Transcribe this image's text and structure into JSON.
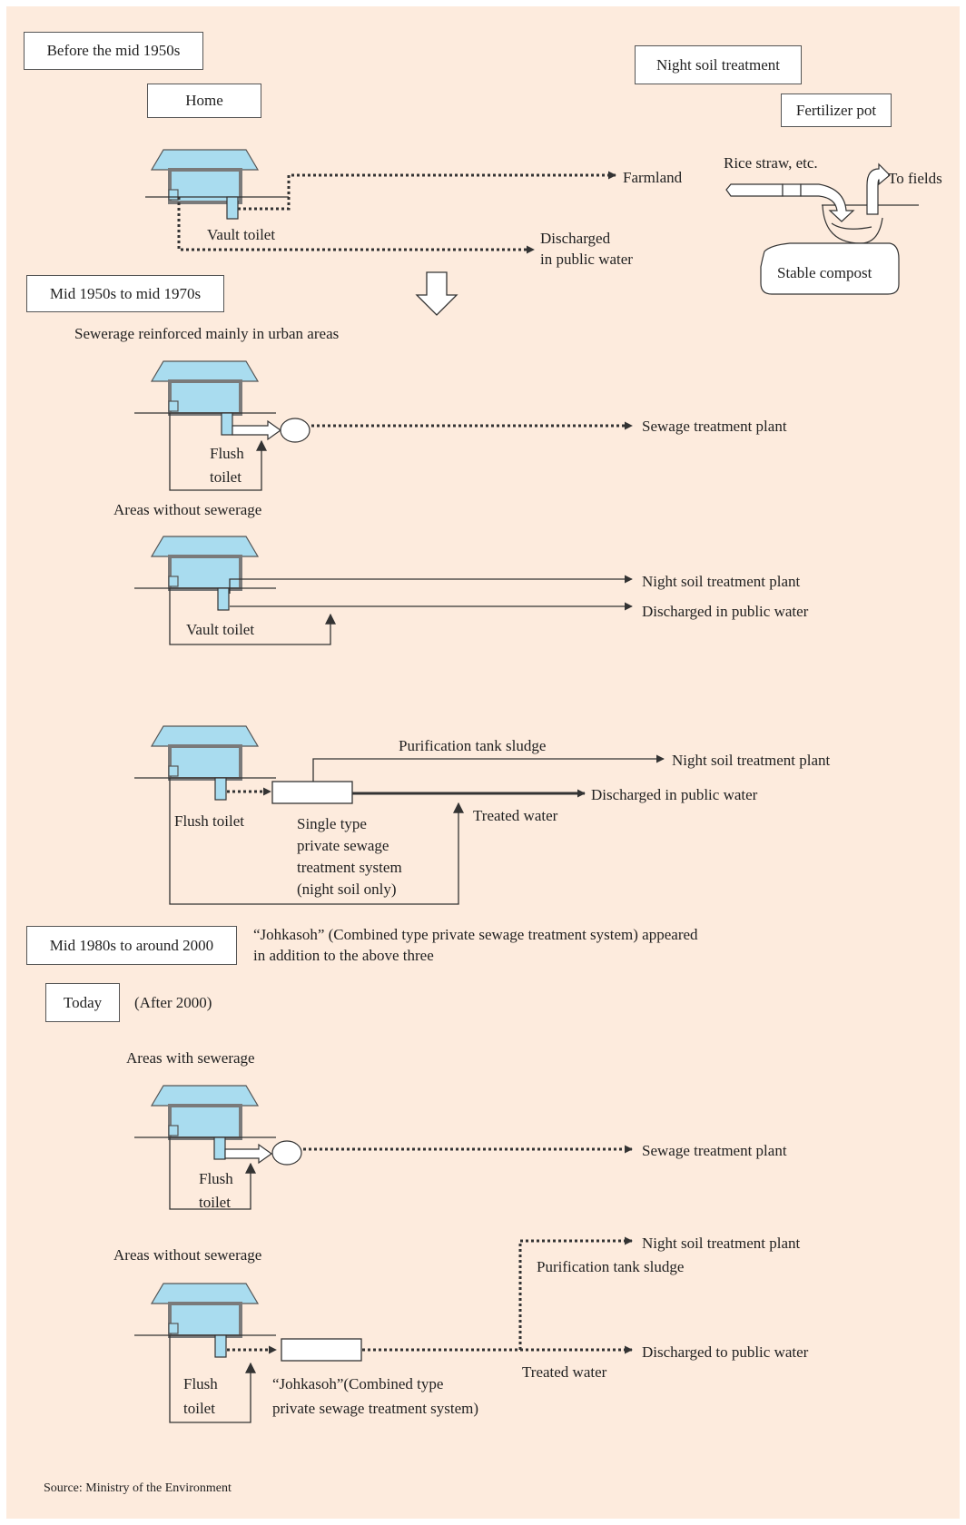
{
  "colors": {
    "background": "#fdebdd",
    "house": "#a9dcef",
    "house_outline": "#6d6d6d",
    "line": "#333333"
  },
  "periods": {
    "before_1950s": "Before the mid 1950s",
    "mid1950s_1970s": "Mid 1950s to mid 1970s",
    "mid1980s_2000": "Mid 1980s to around 2000",
    "today": "Today",
    "today_note": "(After 2000)"
  },
  "before": {
    "home": "Home",
    "vault_toilet": "Vault toilet",
    "farmland": "Farmland",
    "discharged_1": "Discharged",
    "discharged_2": "in public water"
  },
  "night_soil": {
    "title": "Night soil treatment",
    "fertilizer_pot": "Fertilizer pot",
    "rice_straw": "Rice straw, etc.",
    "to_fields": "To fields",
    "stable_compost": "Stable compost"
  },
  "mid": {
    "sewerage_urban": "Sewerage reinforced mainly in urban areas",
    "flush_1": "Flush",
    "flush_2": "toilet",
    "sewage_plant": "Sewage treatment plant",
    "areas_without": "Areas without sewerage",
    "night_soil_plant": "Night soil treatment plant",
    "discharged_public": "Discharged in public water",
    "vault_toilet": "Vault toilet",
    "purification_sludge": "Purification tank sludge",
    "night_soil_plant_2": "Night soil treatment plant",
    "discharged_public_2": "Discharged in public water",
    "treated_water": "Treated water",
    "flush_toilet": "Flush toilet",
    "single_1": "Single type",
    "single_2": "private sewage",
    "single_3": "treatment system",
    "single_4": "(night soil only)"
  },
  "johkasoh_note_1": "“Johkasoh” (Combined type private sewage treatment system) appeared",
  "johkasoh_note_2": "in addition to the above three",
  "today": {
    "areas_with": "Areas with sewerage",
    "flush_1": "Flush",
    "flush_2": "toilet",
    "sewage_plant": "Sewage treatment plant",
    "areas_without": "Areas without sewerage",
    "night_soil_plant": "Night soil treatment plant",
    "purification_sludge": "Purification tank sludge",
    "discharged": "Discharged to public water",
    "treated_water": "Treated water",
    "flush_3": "Flush",
    "flush_4": "toilet",
    "johkasoh_1": "“Johkasoh”(Combined type",
    "johkasoh_2": "private sewage treatment system)"
  },
  "source": "Source: Ministry of the Environment"
}
